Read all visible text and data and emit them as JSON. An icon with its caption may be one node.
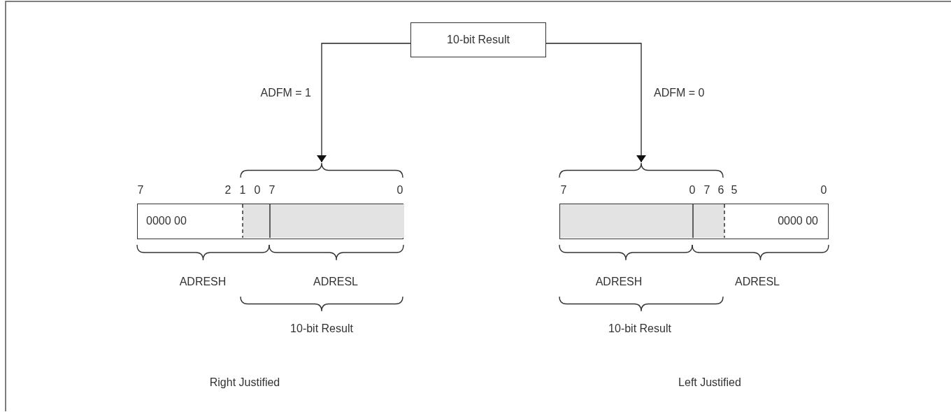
{
  "diagram": {
    "nodes": [
      {
        "text": [
          "10-bit Result"
        ]
      },
      {
        "text": [],
        "shape": "brace"
      },
      {
        "text": [
          "0000 00"
        ]
      },
      {
        "text": [],
        "shape": "brace"
      },
      {
        "text": [
          "0000 00"
        ]
      }
    ],
    "edges": [
      {
        "from": 0,
        "to": 1,
        "arrow": "to",
        "label": "ADFM = 1"
      },
      {
        "from": 0,
        "to": 3,
        "arrow": "to",
        "label": "ADFM = 0"
      }
    ],
    "labels": [
      "7",
      "2",
      "1",
      "0",
      "7",
      "0",
      "7",
      "0",
      "7",
      "6",
      "5",
      "0",
      "ADRESH",
      "ADRESL",
      "ADRESH",
      "ADRESL",
      "10-bit Result",
      "10-bit Result",
      "Right Justified",
      "Left Justified"
    ]
  }
}
